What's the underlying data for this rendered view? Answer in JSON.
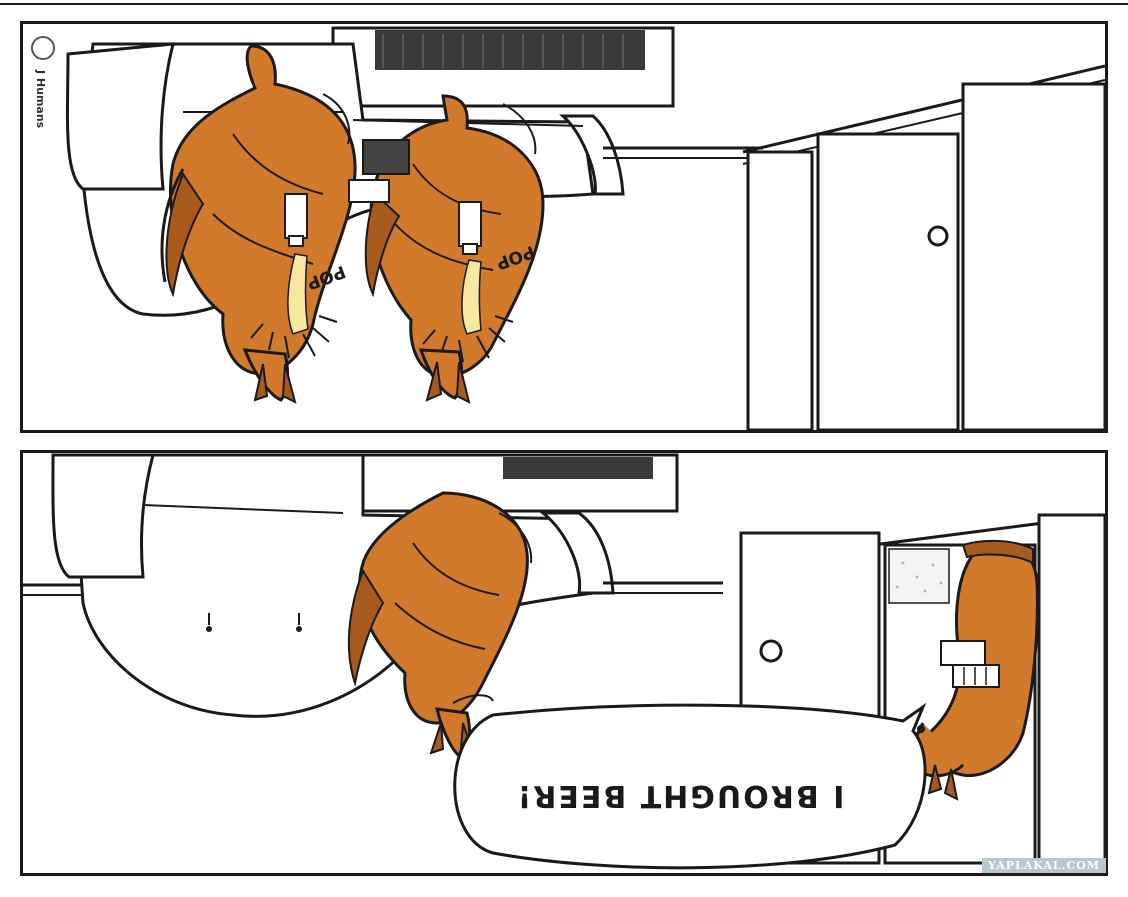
{
  "comic": {
    "speech_bubble": "I BROUGHT BEER!",
    "sound_effects": [
      "POP",
      "POP"
    ],
    "artist_credit": "J Humans",
    "watermark": "YAPLAKAL.COM"
  },
  "colors": {
    "fur": "#d27a2c",
    "fur_shadow": "#a85a1c",
    "ink": "#1a1a1a",
    "cabinet": "#ffffff",
    "vent": "#3a3a3a",
    "wall_gap": "#f3f3f3"
  },
  "notes_visible": "The entire comic is drawn upside down."
}
